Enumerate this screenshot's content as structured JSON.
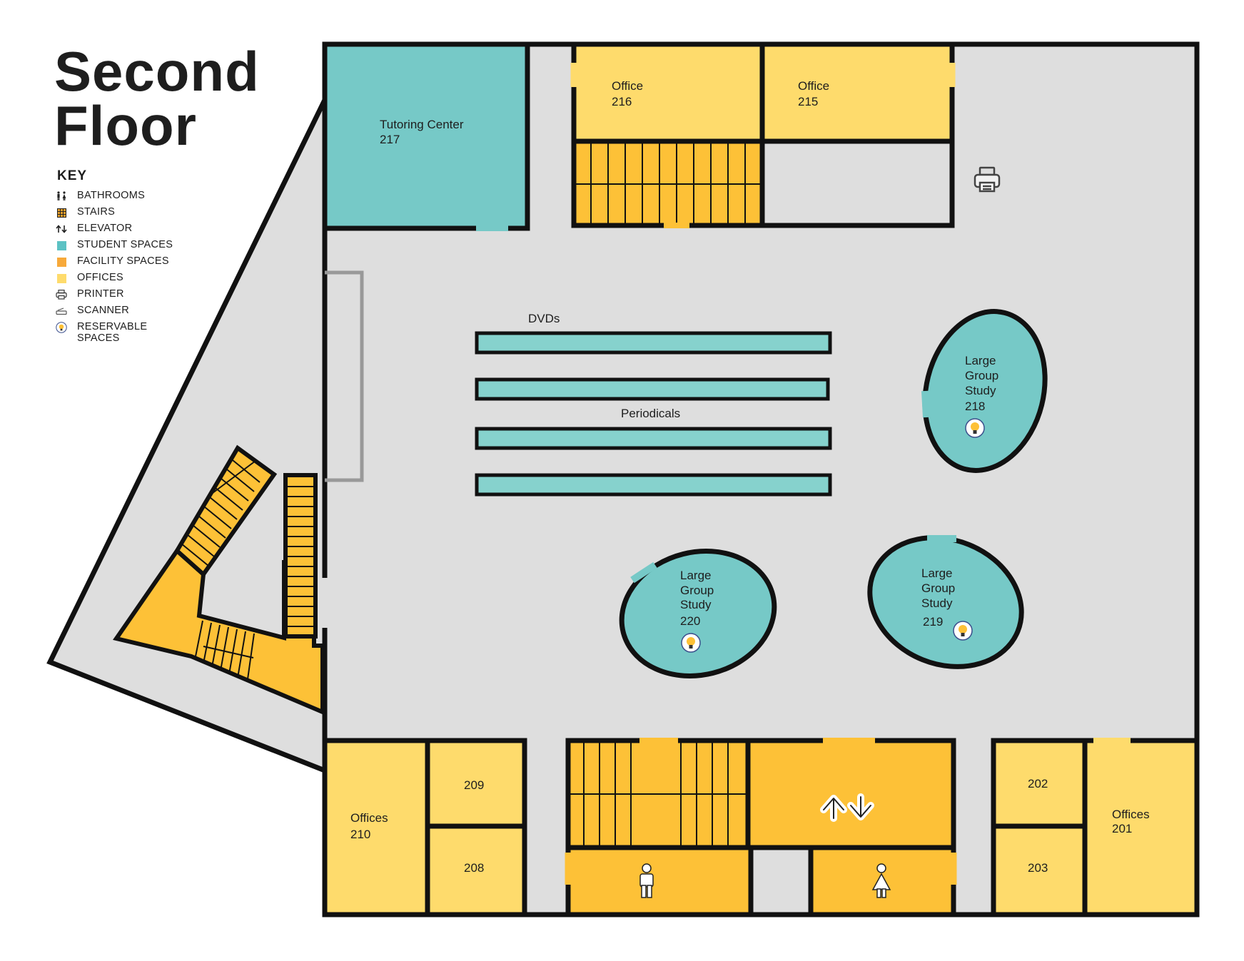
{
  "title": {
    "line1": "Second",
    "line2": "Floor"
  },
  "key": {
    "title": "KEY",
    "items": [
      {
        "label": "BATHROOMS",
        "icon": "bathrooms-icon"
      },
      {
        "label": "STAIRS",
        "icon": "stairs-icon"
      },
      {
        "label": "ELEVATOR",
        "icon": "elevator-icon"
      },
      {
        "label": "STUDENT SPACES",
        "icon": "student-spaces-swatch"
      },
      {
        "label": "FACILITY SPACES",
        "icon": "facility-spaces-swatch"
      },
      {
        "label": "OFFICES",
        "icon": "offices-swatch"
      },
      {
        "label": "PRINTER",
        "icon": "printer-icon"
      },
      {
        "label": "SCANNER",
        "icon": "scanner-icon"
      },
      {
        "label": "RESERVABLE",
        "label2": "SPACES",
        "icon": "reservable-icon"
      }
    ]
  },
  "colors": {
    "student": "#76c9c7",
    "shelf": "#86d2cd",
    "facility": "#fdc137",
    "office": "#fedb6c",
    "floor": "#dedede",
    "wall": "#111111"
  },
  "rooms": {
    "office_216": {
      "name": "Office",
      "number": "216"
    },
    "office_215": {
      "name": "Office",
      "number": "215"
    },
    "tutoring_217": {
      "name": "Tutoring Center",
      "number": "217"
    },
    "study_218": {
      "l1": "Large",
      "l2": "Group",
      "l3": "Study",
      "number": "218"
    },
    "study_219": {
      "l1": "Large",
      "l2": "Group",
      "l3": "Study",
      "number": "219"
    },
    "study_220": {
      "l1": "Large",
      "l2": "Group",
      "l3": "Study",
      "number": "220"
    },
    "offices_210": {
      "name": "Offices",
      "number": "210"
    },
    "room_209": {
      "number": "209"
    },
    "room_208": {
      "number": "208"
    },
    "room_202": {
      "number": "202"
    },
    "room_203": {
      "number": "203"
    },
    "offices_201": {
      "name": "Offices",
      "number": "201"
    }
  },
  "shelves": {
    "dvds": "DVDs",
    "periodicals": "Periodicals"
  }
}
